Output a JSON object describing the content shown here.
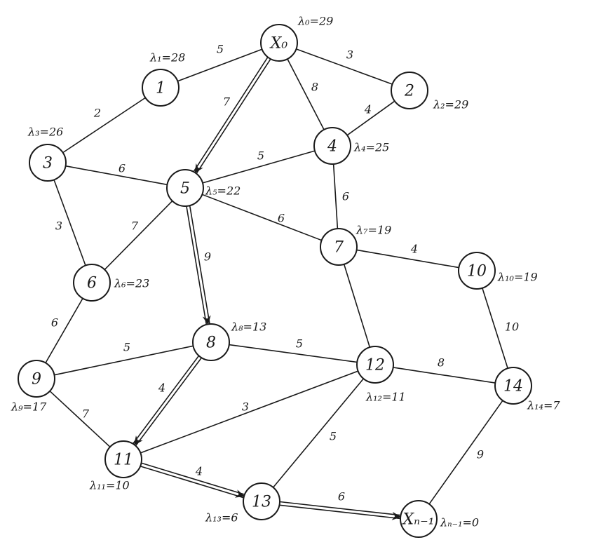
{
  "nodes": [
    {
      "id": "x0",
      "label": "X₀",
      "lambda": "λ₀=29"
    },
    {
      "id": "n1",
      "label": "1",
      "lambda": "λ₁=28"
    },
    {
      "id": "n2",
      "label": "2",
      "lambda": "λ₂=29"
    },
    {
      "id": "n3",
      "label": "3",
      "lambda": "λ₃=26"
    },
    {
      "id": "n4",
      "label": "4",
      "lambda": "λ₄=25"
    },
    {
      "id": "n5",
      "label": "5",
      "lambda": "λ₅=22"
    },
    {
      "id": "n6",
      "label": "6",
      "lambda": "λ₆=23"
    },
    {
      "id": "n7",
      "label": "7",
      "lambda": "λ₇=19"
    },
    {
      "id": "n8",
      "label": "8",
      "lambda": "λ₈=13"
    },
    {
      "id": "n9",
      "label": "9",
      "lambda": "λ₉=17"
    },
    {
      "id": "n10",
      "label": "10",
      "lambda": "λ₁₀=19"
    },
    {
      "id": "n11",
      "label": "11",
      "lambda": "λ₁₁=10"
    },
    {
      "id": "n12",
      "label": "12",
      "lambda": "λ₁₂=11"
    },
    {
      "id": "n13",
      "label": "13",
      "lambda": "λ₁₃=6"
    },
    {
      "id": "n14",
      "label": "14",
      "lambda": "λ₁₄=7"
    },
    {
      "id": "xn1",
      "label": "Xₙ₋₁",
      "lambda": "λₙ₋₁=0"
    }
  ],
  "edges": [
    {
      "from": "x0",
      "to": "n1",
      "weight": "5",
      "highlighted": false
    },
    {
      "from": "x0",
      "to": "n2",
      "weight": "3",
      "highlighted": false
    },
    {
      "from": "x0",
      "to": "n4",
      "weight": "8",
      "highlighted": false
    },
    {
      "from": "x0",
      "to": "n5",
      "weight": "7",
      "highlighted": true
    },
    {
      "from": "n1",
      "to": "n3",
      "weight": "2",
      "highlighted": false
    },
    {
      "from": "n2",
      "to": "n4",
      "weight": "4",
      "highlighted": false
    },
    {
      "from": "n3",
      "to": "n5",
      "weight": "6",
      "highlighted": false
    },
    {
      "from": "n3",
      "to": "n6",
      "weight": "3",
      "highlighted": false
    },
    {
      "from": "n4",
      "to": "n5",
      "weight": "5",
      "highlighted": false
    },
    {
      "from": "n4",
      "to": "n7",
      "weight": "6",
      "highlighted": false
    },
    {
      "from": "n5",
      "to": "n6",
      "weight": "7",
      "highlighted": false
    },
    {
      "from": "n5",
      "to": "n7",
      "weight": "6",
      "highlighted": false
    },
    {
      "from": "n5",
      "to": "n8",
      "weight": "9",
      "highlighted": true
    },
    {
      "from": "n6",
      "to": "n9",
      "weight": "6",
      "highlighted": false
    },
    {
      "from": "n7",
      "to": "n10",
      "weight": "4",
      "highlighted": false
    },
    {
      "from": "n7",
      "to": "n12",
      "weight": "",
      "highlighted": false
    },
    {
      "from": "n10",
      "to": "n14",
      "weight": "10",
      "highlighted": false
    },
    {
      "from": "n9",
      "to": "n8",
      "weight": "5",
      "highlighted": false
    },
    {
      "from": "n9",
      "to": "n11",
      "weight": "7",
      "highlighted": false
    },
    {
      "from": "n8",
      "to": "n12",
      "weight": "5",
      "highlighted": false
    },
    {
      "from": "n8",
      "to": "n11",
      "weight": "4",
      "highlighted": true
    },
    {
      "from": "n12",
      "to": "n14",
      "weight": "8",
      "highlighted": false
    },
    {
      "from": "n12",
      "to": "n11",
      "weight": "3",
      "highlighted": false
    },
    {
      "from": "n12",
      "to": "n13",
      "weight": "5",
      "highlighted": false
    },
    {
      "from": "n11",
      "to": "n13",
      "weight": "4",
      "highlighted": true
    },
    {
      "from": "n13",
      "to": "xn1",
      "weight": "6",
      "highlighted": true
    },
    {
      "from": "n14",
      "to": "xn1",
      "weight": "9",
      "highlighted": false
    }
  ]
}
